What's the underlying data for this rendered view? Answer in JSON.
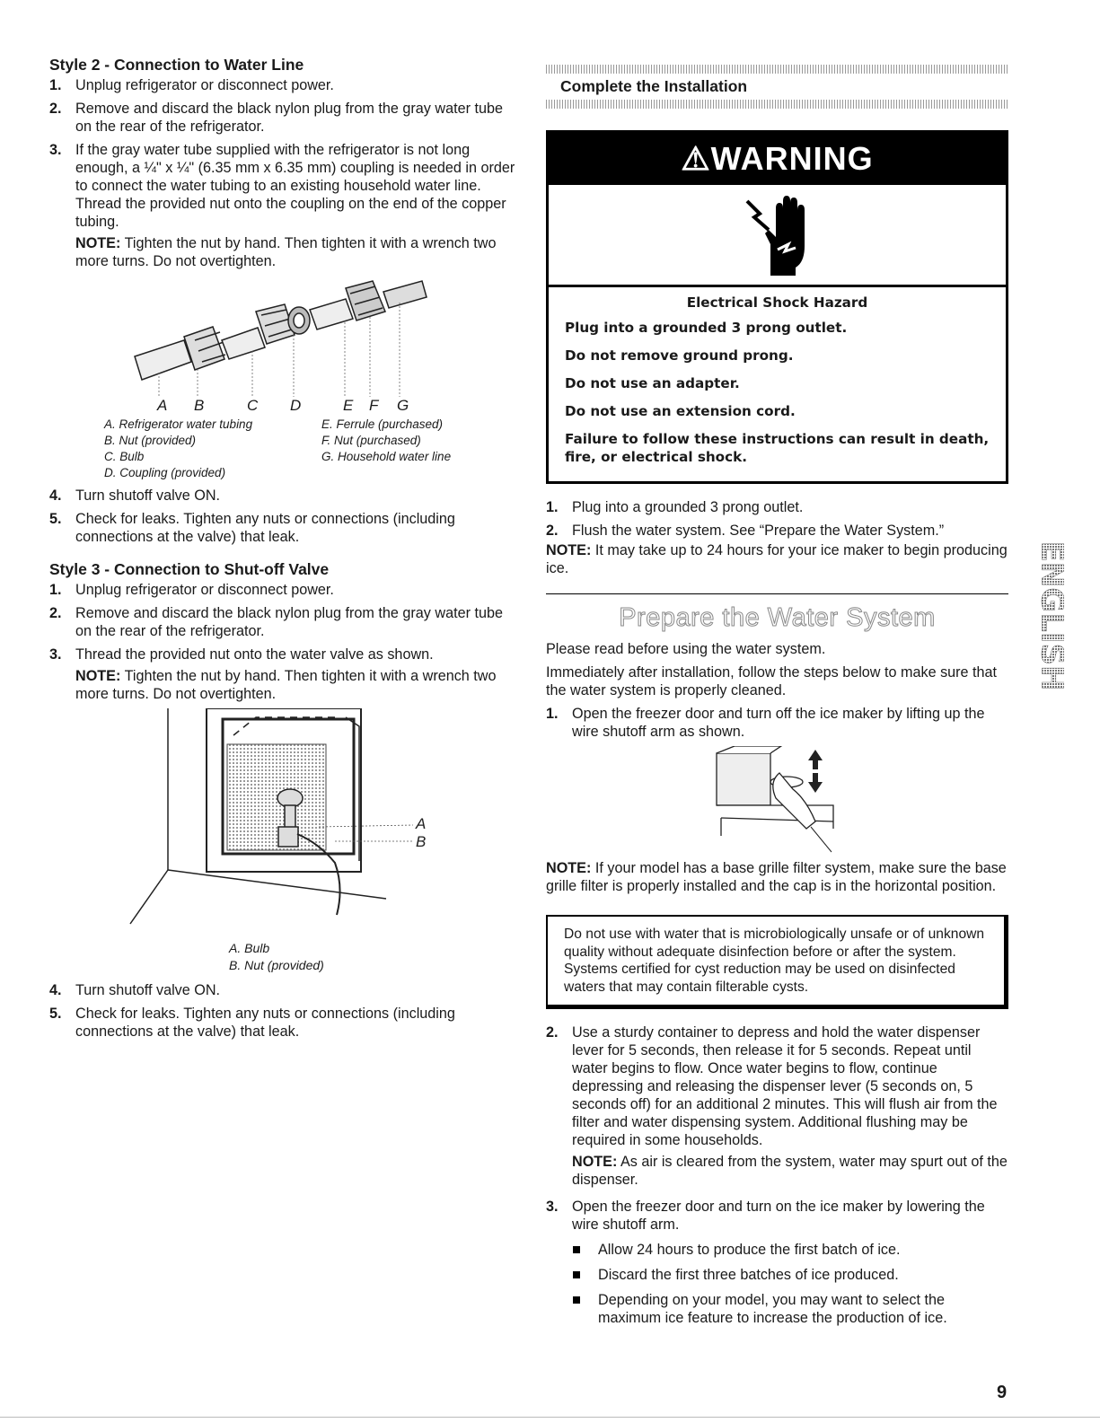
{
  "left": {
    "style2": {
      "title": "Style 2 - Connection to Water Line",
      "steps": [
        {
          "num": "1.",
          "text": "Unplug refrigerator or disconnect power."
        },
        {
          "num": "2.",
          "text": "Remove and discard the black nylon plug from the gray water tube on the rear of the refrigerator."
        },
        {
          "num": "3.",
          "text": "If the gray water tube supplied with the refrigerator is not long enough, a ¼\" x ¼\" (6.35 mm x 6.35 mm) coupling is needed in order to connect the water tubing to an existing household water line. Thread the provided nut onto the coupling on the end of the copper tubing."
        }
      ],
      "note_label": "NOTE:",
      "note_text": " Tighten the nut by hand. Then tighten it with a wrench two more turns. Do not overtighten.",
      "figure_letters": [
        "A",
        "B",
        "C",
        "D",
        "E",
        "F",
        "G"
      ],
      "captions": [
        "A. Refrigerator water tubing",
        "E. Ferrule (purchased)",
        "B. Nut (provided)",
        "F. Nut (purchased)",
        "C. Bulb",
        "G. Household water line",
        "D. Coupling (provided)",
        ""
      ],
      "steps_after": [
        {
          "num": "4.",
          "text": "Turn shutoff valve ON."
        },
        {
          "num": "5.",
          "text": "Check for leaks. Tighten any nuts or connections (including connections at the valve) that leak."
        }
      ]
    },
    "style3": {
      "title": "Style 3 - Connection to Shut-off Valve",
      "steps": [
        {
          "num": "1.",
          "text": "Unplug refrigerator or disconnect power."
        },
        {
          "num": "2.",
          "text": "Remove and discard the black nylon plug from the gray water tube on the rear of the refrigerator."
        },
        {
          "num": "3.",
          "text": "Thread the provided nut onto the water valve as shown."
        }
      ],
      "note_label": "NOTE:",
      "note_text": " Tighten the nut by hand. Then tighten it with a wrench two more turns. Do not overtighten.",
      "figure_letters": [
        "A",
        "B"
      ],
      "captions": [
        "A. Bulb",
        "B. Nut (provided)"
      ],
      "steps_after": [
        {
          "num": "4.",
          "text": "Turn shutoff valve ON."
        },
        {
          "num": "5.",
          "text": "Check for leaks. Tighten any nuts or connections (including connections at the valve) that leak."
        }
      ]
    }
  },
  "right": {
    "complete_title": "Complete the Installation",
    "warning": {
      "header": "⚠WARNING",
      "icon": "electrical-shock-hand-icon",
      "title": "Electrical Shock Hazard",
      "lines": [
        "Plug into a grounded 3 prong outlet.",
        "Do not remove ground prong.",
        "Do not use an adapter.",
        "Do not use an extension cord.",
        "Failure to follow these instructions can result in death, fire, or electrical shock."
      ]
    },
    "complete_steps": [
      {
        "num": "1.",
        "text": "Plug into a grounded 3 prong outlet."
      },
      {
        "num": "2.",
        "text": "Flush the water system. See “Prepare the Water System.”"
      }
    ],
    "complete_note_label": "NOTE:",
    "complete_note_text": " It may take up to 24 hours for your ice maker to begin producing ice.",
    "prepare_title": "Prepare the Water System",
    "prepare_intro_1": "Please read before using the water system.",
    "prepare_intro_2": "Immediately after installation, follow the steps below to make sure that the water system is properly cleaned.",
    "prepare_step1": {
      "num": "1.",
      "text": "Open the freezer door and turn off the ice maker by lifting up the wire shutoff arm as shown."
    },
    "grille_note_label": "NOTE:",
    "grille_note_text": " If your model has a base grille filter system, make sure the base grille filter is properly installed and the cap is in the horizontal position.",
    "notice": "Do not use with water that is microbiologically unsafe or of unknown quality without adequate disinfection before or after the system. Systems certified for cyst reduction may be used on disinfected waters that may contain filterable cysts.",
    "prepare_step2": {
      "num": "2.",
      "text": "Use a sturdy container to depress and hold the water dispenser lever for 5 seconds, then release it for 5 seconds. Repeat until water begins to flow. Once water begins to flow, continue depressing and releasing the dispenser lever (5 seconds on, 5 seconds off) for an additional 2 minutes. This will flush air from the filter and water dispensing system. Additional flushing may be required in some households."
    },
    "step2_note_label": "NOTE:",
    "step2_note_text": " As air is cleared from the system, water may spurt out of the dispenser.",
    "prepare_step3": {
      "num": "3.",
      "text": "Open the freezer door and turn on the ice maker by lowering the wire shutoff arm."
    },
    "bullets": [
      "Allow 24 hours to produce the first batch of ice.",
      "Discard the first three batches of ice produced.",
      "Depending on your model, you may want to select the maximum ice feature to increase the production of ice."
    ]
  },
  "side_tab": "ENGLISH",
  "page_number": "9"
}
